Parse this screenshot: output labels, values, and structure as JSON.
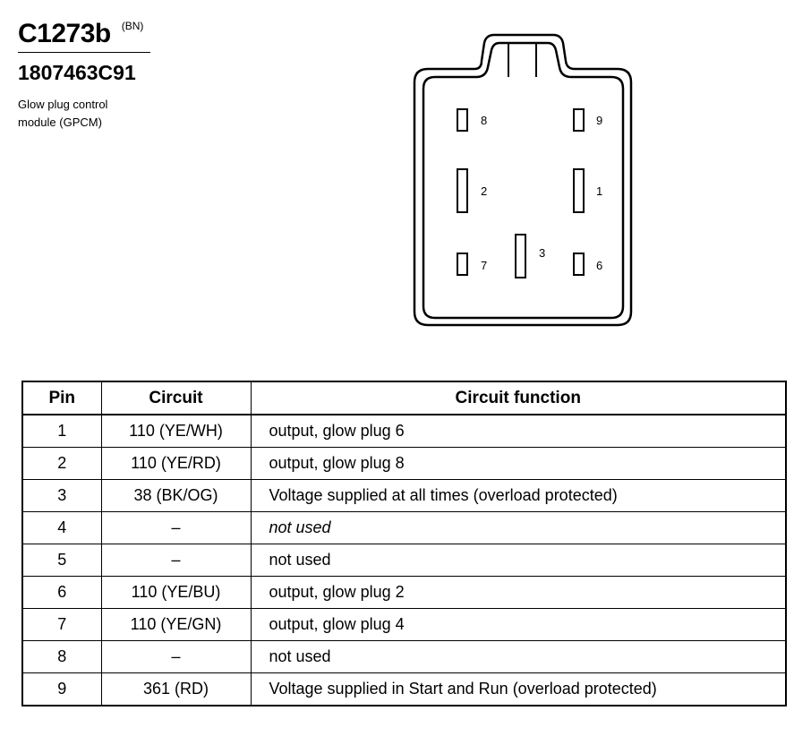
{
  "header": {
    "connector_id": "C1273b",
    "color_code": "(BN)",
    "part_number": "1807463C91",
    "description_line1": "Glow plug control",
    "description_line2": "module (GPCM)"
  },
  "connector": {
    "pin_labels": {
      "p8": "8",
      "p9": "9",
      "p2": "2",
      "p1": "1",
      "p7": "7",
      "p3": "3",
      "p6": "6"
    }
  },
  "table": {
    "headers": [
      "Pin",
      "Circuit",
      "Circuit function"
    ],
    "rows": [
      {
        "pin": "1",
        "circuit": "110 (YE/WH)",
        "function": "output, glow plug 6"
      },
      {
        "pin": "2",
        "circuit": "110 (YE/RD)",
        "function": "output, glow plug 8"
      },
      {
        "pin": "3",
        "circuit": "38 (BK/OG)",
        "function": "Voltage supplied at all times (overload protected)"
      },
      {
        "pin": "4",
        "circuit": "–",
        "function": "not used"
      },
      {
        "pin": "5",
        "circuit": "–",
        "function": "not used"
      },
      {
        "pin": "6",
        "circuit": "110 (YE/BU)",
        "function": "output, glow plug 2"
      },
      {
        "pin": "7",
        "circuit": "110 (YE/GN)",
        "function": "output, glow plug 4"
      },
      {
        "pin": "8",
        "circuit": "–",
        "function": "not used"
      },
      {
        "pin": "9",
        "circuit": "361 (RD)",
        "function": "Voltage supplied in Start and Run (overload protected)"
      }
    ]
  }
}
